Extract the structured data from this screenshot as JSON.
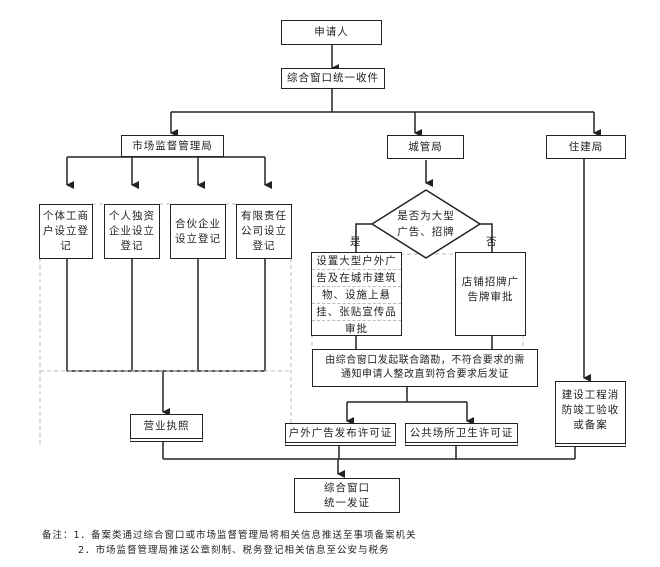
{
  "title": "市场准入联合审批流程图",
  "nodes": {
    "applicant": "申请人",
    "intake": "综合窗口统一收件",
    "market_bureau": "市场监督管理局",
    "urban_bureau": "城管局",
    "housing_bureau": "住建局",
    "reg_individual": [
      "个体工商",
      "户设立登",
      "记"
    ],
    "reg_sole": [
      "个人独资",
      "企业设立",
      "登记"
    ],
    "reg_partnership": [
      "合伙企业",
      "设立登记"
    ],
    "reg_llc": [
      "有限责任",
      "公司设立",
      "登记"
    ],
    "decision": [
      "是否为大型",
      "广告、招牌"
    ],
    "yes_label": "是",
    "no_label": "否",
    "large_ad_approval": [
      "设置大型户外广",
      "告及在城市建筑",
      "物、设施上悬",
      "挂、张贴宣传品",
      "审批"
    ],
    "shop_sign_approval": [
      "店铺招牌广",
      "告牌审批"
    ],
    "joint_inspection": [
      "由综合窗口发起联合踏勘，不符合要求的需",
      "通知申请人整改直到符合要求后发证"
    ],
    "fire_acceptance": [
      "建设工程消",
      "防竣工验收",
      "或备案"
    ],
    "business_license": "营业执照",
    "outdoor_ad_permit": "户外广告发布许可证",
    "public_health_permit": "公共场所卫生许可证",
    "unified_issue": [
      "综合窗口",
      "统一发证"
    ]
  },
  "notes": {
    "line1": "备注：1．备案类通过综合窗口或市场监督管理局将相关信息推送至事项备案机关",
    "line2": "2．市场监督管理局推送公章刻制、税务登记相关信息至公安与税务"
  },
  "colors": {
    "line": "#222222",
    "dashed": "#bbbbbb",
    "background": "#ffffff"
  }
}
